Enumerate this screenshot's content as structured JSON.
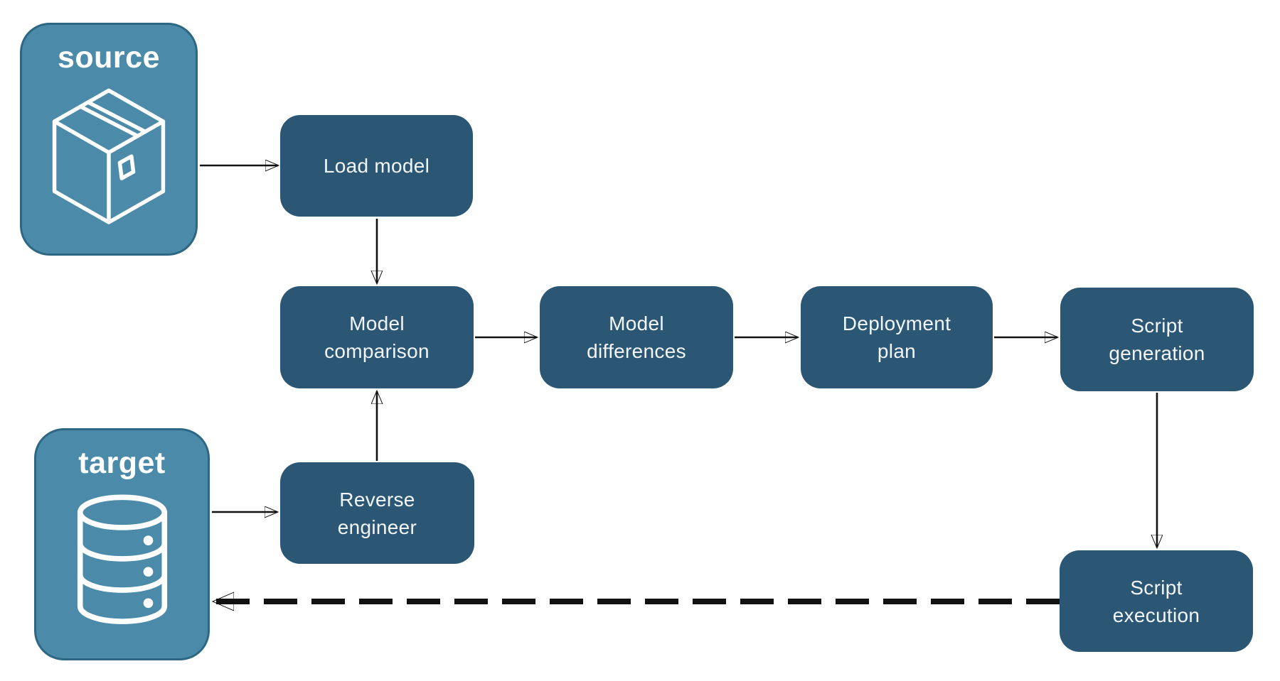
{
  "diagram": {
    "endpoints": {
      "source": {
        "label": "source",
        "icon": "package-icon"
      },
      "target": {
        "label": "target",
        "icon": "database-icon"
      }
    },
    "steps": {
      "load_model": {
        "lines": [
          "Load model"
        ]
      },
      "model_comparison": {
        "lines": [
          "Model",
          "comparison"
        ]
      },
      "model_differences": {
        "lines": [
          "Model",
          "differences"
        ]
      },
      "deployment_plan": {
        "lines": [
          "Deployment",
          "plan"
        ]
      },
      "script_generation": {
        "lines": [
          "Script",
          "generation"
        ]
      },
      "reverse_engineer": {
        "lines": [
          "Reverse",
          "engineer"
        ]
      },
      "script_execution": {
        "lines": [
          "Script",
          "execution"
        ]
      }
    },
    "edges": [
      {
        "from": "source",
        "to": "load_model",
        "style": "solid"
      },
      {
        "from": "load_model",
        "to": "model_comparison",
        "style": "solid"
      },
      {
        "from": "model_comparison",
        "to": "model_differences",
        "style": "solid"
      },
      {
        "from": "model_differences",
        "to": "deployment_plan",
        "style": "solid"
      },
      {
        "from": "deployment_plan",
        "to": "script_generation",
        "style": "solid"
      },
      {
        "from": "script_generation",
        "to": "script_execution",
        "style": "solid"
      },
      {
        "from": "target",
        "to": "reverse_engineer",
        "style": "solid"
      },
      {
        "from": "reverse_engineer",
        "to": "model_comparison",
        "style": "solid"
      },
      {
        "from": "script_execution",
        "to": "target",
        "style": "dashed"
      }
    ],
    "colors": {
      "step_fill": "#2B5674",
      "step_text": "#F2F6F9",
      "endpoint_fill": "#4B8BA9",
      "endpoint_border": "#2D6783",
      "endpoint_text": "#FFFFFF",
      "arrow": "#111111",
      "background": "#FFFFFF"
    }
  }
}
